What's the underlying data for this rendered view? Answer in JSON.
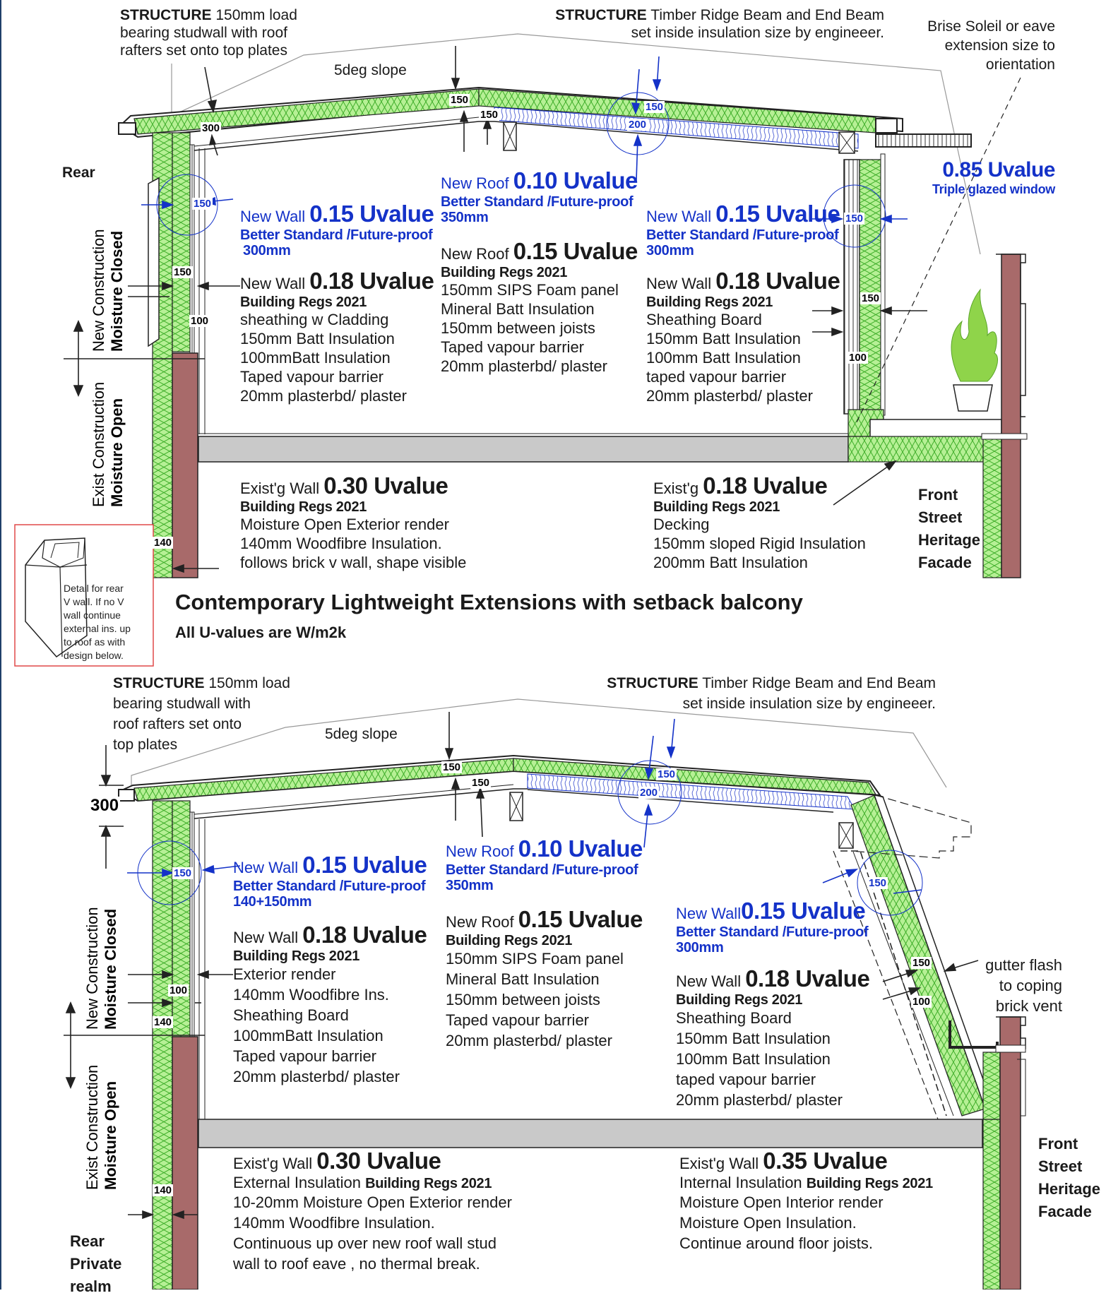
{
  "top_section": {
    "structure_left": {
      "tag": "STRUCTURE",
      "lines": [
        "150mm load",
        "bearing studwall with roof",
        "rafters set onto top plates"
      ]
    },
    "structure_ridge": {
      "tag": "STRUCTURE",
      "lines": [
        "Timber Ridge Beam and End Beam",
        "set inside insulation size by engineeer."
      ]
    },
    "brise": [
      "Brise Soleil or eave",
      "extension size to",
      "orientation"
    ],
    "slope": "5deg slope",
    "rear": "Rear",
    "window": {
      "value": "0.85 Uvalue",
      "desc": "Triple glazed window"
    },
    "vert_new": {
      "line1": "New Construction",
      "line2": "Moisture Closed"
    },
    "vert_exist": {
      "line1": "Exist Construction",
      "line2": "Moisture Open"
    },
    "left_wall_better": {
      "prefix": "New Wall ",
      "value": "0.15 Uvalue",
      "standard": "Better Standard /Future-proof",
      "thickness": "300mm"
    },
    "left_wall_regs": {
      "prefix": "New Wall ",
      "value": "0.18 Uvalue",
      "standard": "Building Regs 2021",
      "lines": [
        "sheathing w Cladding",
        "150mm Batt Insulation",
        "100mmBatt Insulation",
        "Taped vapour barrier",
        "20mm plasterbd/ plaster"
      ]
    },
    "roof_better": {
      "prefix": "New Roof ",
      "value": "0.10 Uvalue",
      "standard": "Better Standard /Future-proof",
      "thickness": "350mm"
    },
    "roof_regs": {
      "prefix": "New Roof ",
      "value": "0.15 Uvalue",
      "standard": "Building Regs 2021",
      "lines": [
        "150mm SIPS Foam panel",
        "Mineral Batt Insulation",
        "150mm between joists",
        "Taped vapour barrier",
        "20mm plasterbd/ plaster"
      ]
    },
    "right_wall_better": {
      "prefix": "New Wall ",
      "value": "0.15 Uvalue",
      "standard": "Better Standard /Future-proof",
      "thickness": "300mm"
    },
    "right_wall_regs": {
      "prefix": "New Wall ",
      "value": "0.18 Uvalue",
      "standard": "Building Regs 2021",
      "lines": [
        "Sheathing Board",
        "150mm Batt Insulation",
        "100mm Batt Insulation",
        "taped vapour barrier",
        "20mm plasterbd/ plaster"
      ]
    },
    "exist_wall": {
      "prefix": "Exist'g Wall ",
      "value": "0.30 Uvalue",
      "standard": "Building Regs 2021",
      "lines": [
        "Moisture Open Exterior render",
        "140mm Woodfibre Insulation.",
        "follows brick v wall, shape visible"
      ]
    },
    "exist_floor": {
      "prefix": "Exist'g ",
      "value": "0.18 Uvalue",
      "standard": "Building Regs 2021",
      "lines": [
        "Decking",
        "150mm sloped Rigid Insulation",
        "200mm Batt Insulation"
      ]
    },
    "front": [
      "Front",
      "Street",
      "Heritage",
      "Facade"
    ],
    "dims": {
      "d300": "300",
      "d150a": "150",
      "d150b": "150",
      "d150c": "150",
      "d150d": "150",
      "d200": "200",
      "d150e": "150",
      "d150f": "150",
      "d100a": "100",
      "d150g": "150",
      "d100b": "100",
      "d140": "140"
    }
  },
  "detail": {
    "lines": [
      "Detail for rear",
      "V wall. If no V",
      "wall continue",
      "external ins. up",
      "to roof as with",
      "design below."
    ]
  },
  "heading": {
    "title": "Contemporary Lightweight Extensions with setback balcony",
    "subtitle": "All U-values are  W/m2k"
  },
  "bottom_section": {
    "structure_left": {
      "tag": "STRUCTURE",
      "lines": [
        "150mm load",
        "bearing studwall with",
        "roof rafters set onto",
        "top plates"
      ]
    },
    "structure_ridge": {
      "tag": "STRUCTURE",
      "lines": [
        "Timber Ridge Beam and End Beam",
        "set inside insulation size by engineeer."
      ]
    },
    "slope": "5deg slope",
    "vert_new": {
      "line1": "New Construction",
      "line2": "Moisture Closed"
    },
    "vert_exist": {
      "line1": "Exist Construction",
      "line2": "Moisture Open"
    },
    "left_wall_better": {
      "prefix": "New Wall ",
      "value": "0.15 Uvalue",
      "standard": "Better Standard /Future-proof",
      "thickness": "140+150mm"
    },
    "left_wall_regs": {
      "prefix": "New Wall ",
      "value": "0.18 Uvalue",
      "standard": "Building Regs 2021",
      "lines": [
        "Exterior render",
        "140mm Woodfibre Ins.",
        "Sheathing Board",
        "100mmBatt Insulation",
        "Taped vapour barrier",
        "20mm plasterbd/ plaster"
      ]
    },
    "roof_better": {
      "prefix": "New Roof ",
      "value": "0.10 Uvalue",
      "standard": "Better Standard /Future-proof",
      "thickness": "350mm"
    },
    "roof_regs": {
      "prefix": "New Roof ",
      "value": "0.15 Uvalue",
      "standard": "Building Regs 2021",
      "lines": [
        "150mm SIPS Foam panel",
        "Mineral Batt Insulation",
        "150mm between joists",
        "Taped vapour barrier",
        "20mm plasterbd/ plaster"
      ]
    },
    "right_wall_better": {
      "prefix": "New Wall",
      "value": "0.15 Uvalue",
      "standard": "Better Standard /Future-proof",
      "thickness": "300mm"
    },
    "right_wall_regs": {
      "prefix": "New Wall ",
      "value": "0.18 Uvalue",
      "standard": "Building Regs 2021",
      "lines": [
        "Sheathing Board",
        "150mm Batt Insulation",
        "100mm Batt Insulation",
        "taped vapour barrier",
        "20mm plasterbd/ plaster"
      ]
    },
    "gutter": [
      "gutter flash",
      "to coping",
      "brick vent"
    ],
    "exist_wall": {
      "prefix": "Exist'g Wall ",
      "value": "0.30 Uvalue",
      "intro": "External Insulation ",
      "standard": "Building Regs 2021",
      "lines": [
        "10-20mm Moisture Open Exterior render",
        "140mm Woodfibre Insulation.",
        "Continuous up over new roof wall stud",
        "wall to roof eave , no thermal break."
      ]
    },
    "exist_right": {
      "prefix": "Exist'g Wall ",
      "value": "0.35 Uvalue",
      "intro": "Internal Insulation ",
      "standard": "Building Regs 2021",
      "lines": [
        "Moisture Open Interior render",
        "Moisture Open Insulation.",
        "Continue around floor joists."
      ]
    },
    "front": [
      "Front",
      "Street",
      "Heritage",
      "Facade"
    ],
    "rear": [
      "Rear",
      "Private",
      "realm"
    ],
    "dims": {
      "d300": "300",
      "d150a": "150",
      "d150b": "150",
      "d150c": "150",
      "d200": "200",
      "d150d": "150",
      "d150e": "150",
      "d100a": "100",
      "d140a": "140",
      "d140b": "140",
      "d150f": "150",
      "d100b": "100"
    }
  },
  "colors": {
    "insulation": "#b6f095",
    "insulation_line": "#3fae2a",
    "brick": "#a86a6a",
    "slab": "#c9c9c9",
    "blue": "#1432c8",
    "plant": "#8fd44a"
  }
}
